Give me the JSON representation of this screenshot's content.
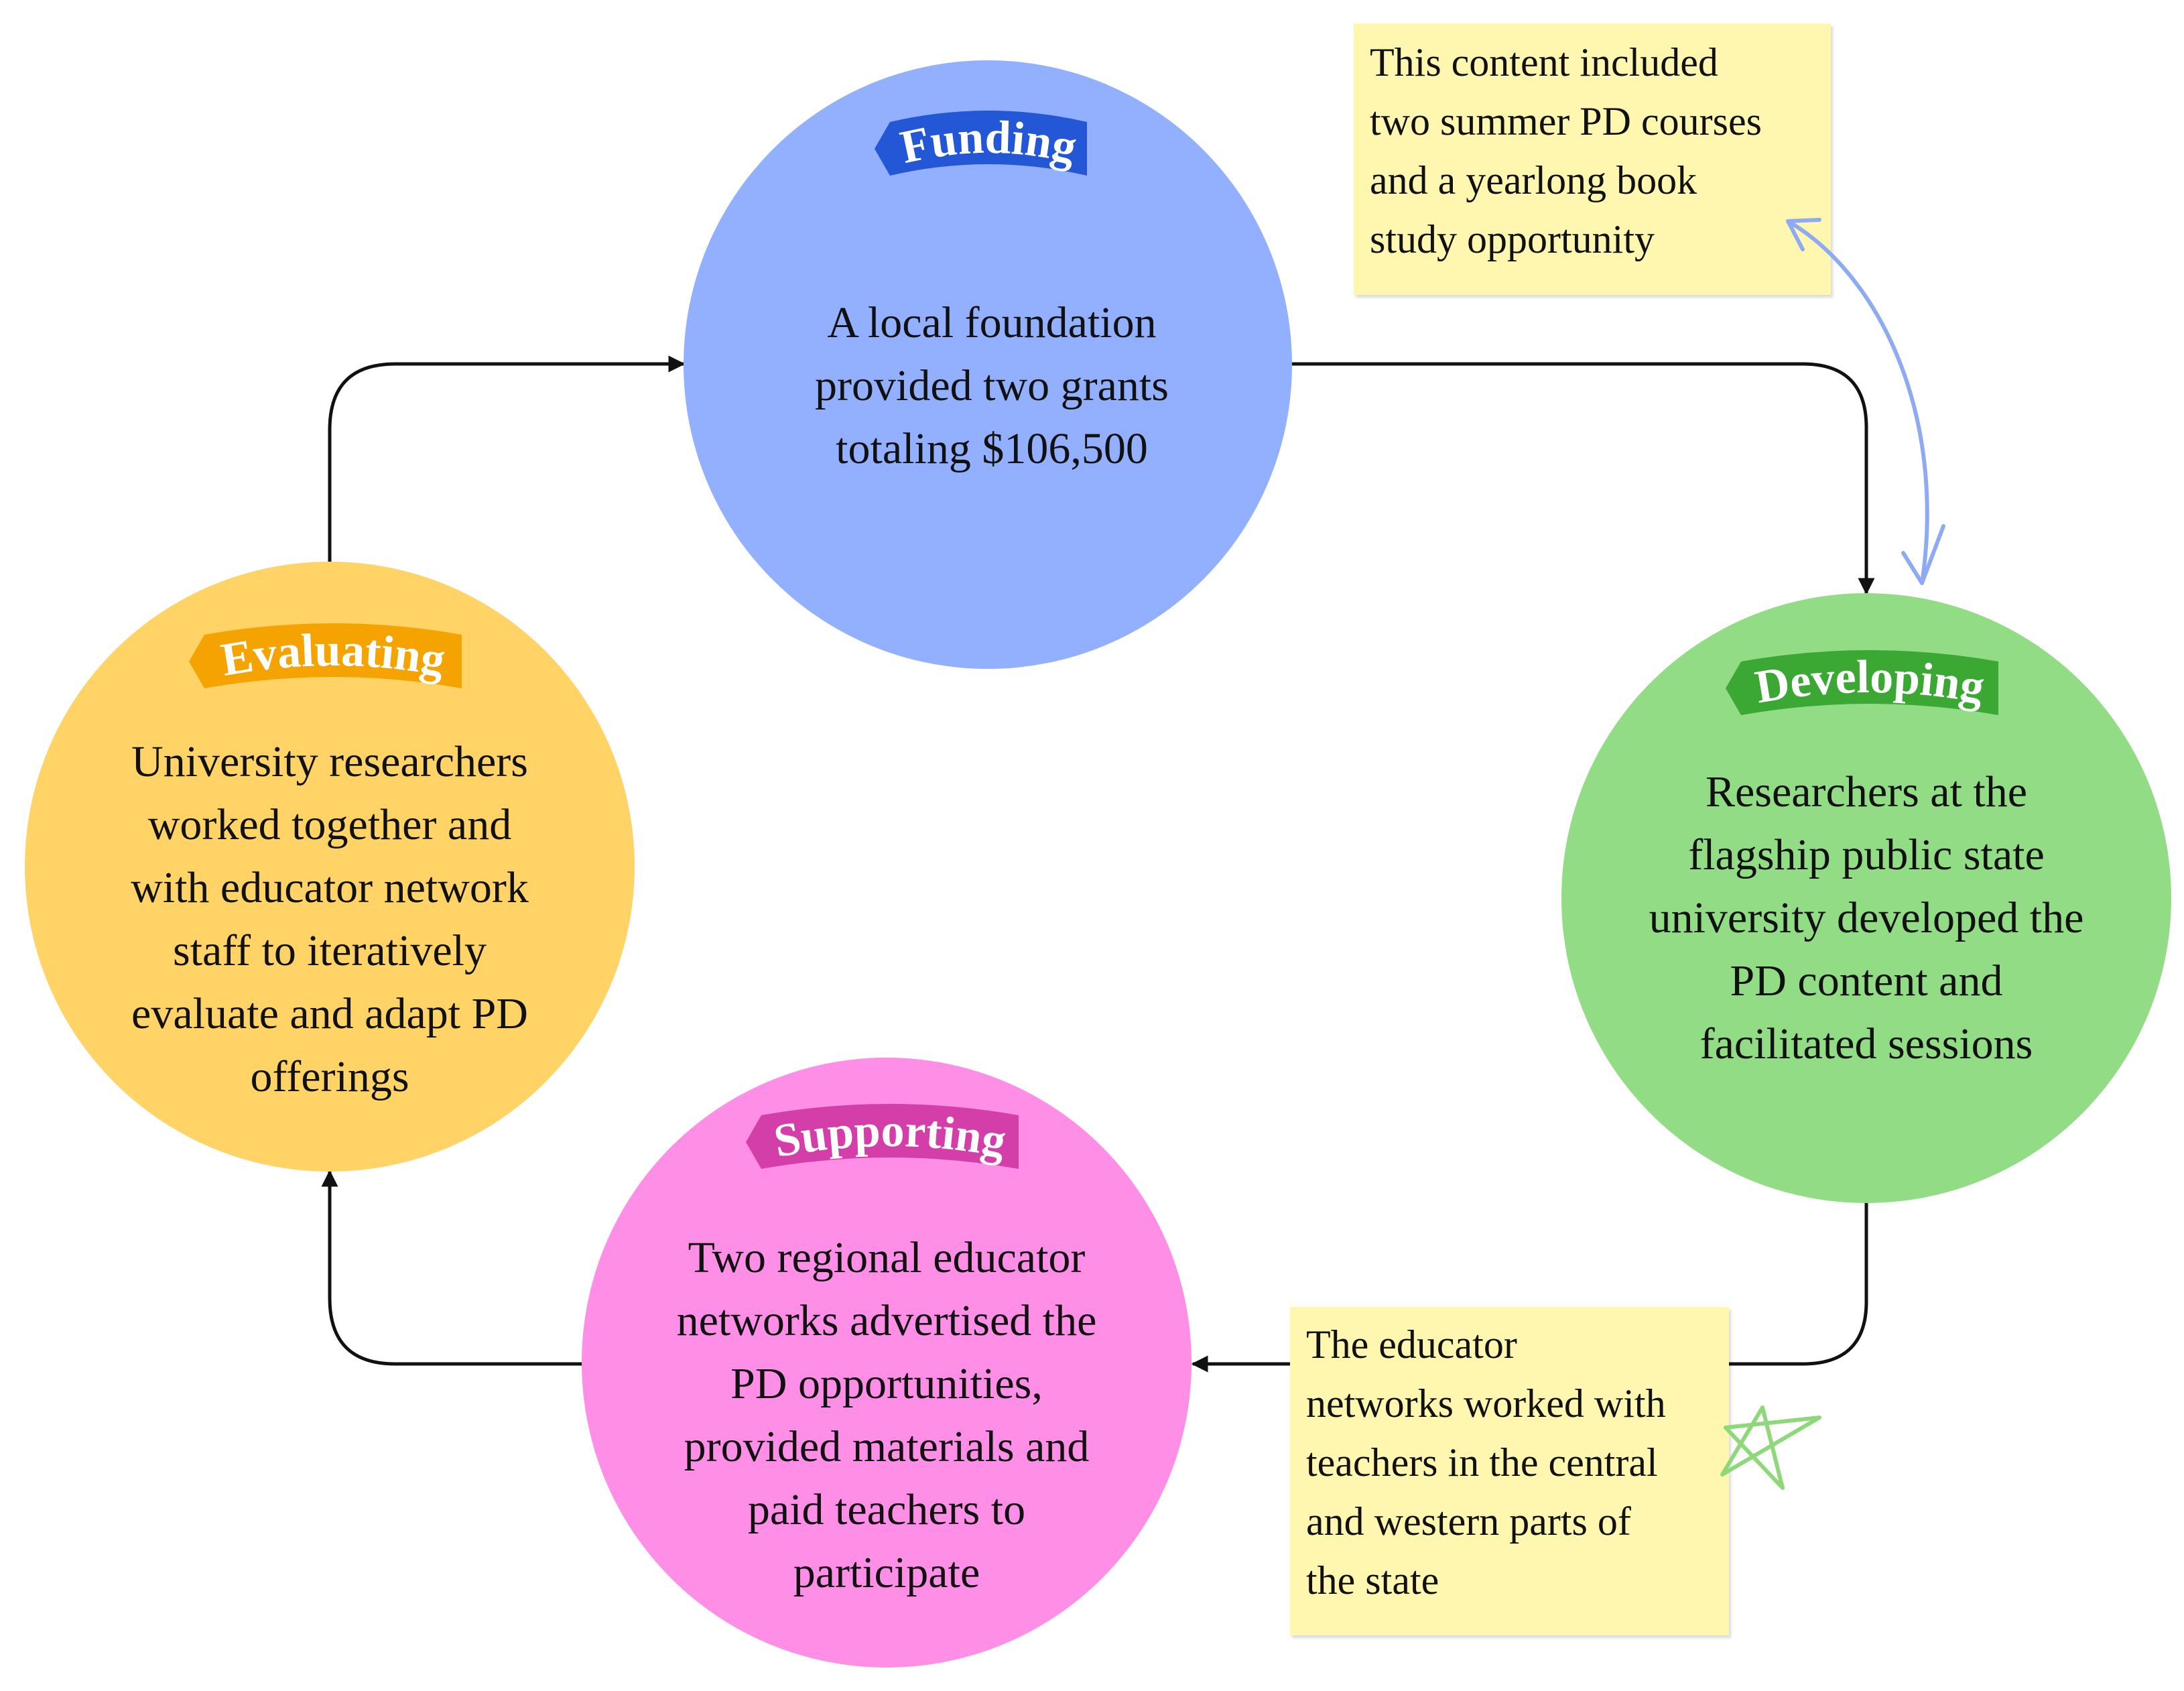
{
  "stages": [
    {
      "id": "funding",
      "title": "Funding",
      "lines": [
        "A local foundation",
        "provided two grants",
        "totaling $106,500"
      ],
      "fill": "#92b0ff",
      "ribbon": "#2457d6"
    },
    {
      "id": "developing",
      "title": "Developing",
      "lines": [
        "Researchers at the",
        "flagship public state",
        "university developed the",
        "PD content and",
        "facilitated sessions"
      ],
      "fill": "#92dc86",
      "ribbon": "#3aa832"
    },
    {
      "id": "supporting",
      "title": "Supporting",
      "lines": [
        "Two regional educator",
        "networks advertised the",
        "PD opportunities,",
        "provided materials and",
        "paid teachers to",
        "participate"
      ],
      "fill": "#ff8ee6",
      "ribbon": "#d43ea8"
    },
    {
      "id": "evaluating",
      "title": "Evaluating",
      "lines": [
        "University researchers",
        "worked together and",
        "with educator network",
        "staff to iteratively",
        "evaluate and adapt PD",
        "offerings"
      ],
      "fill": "#ffd366",
      "ribbon": "#f5a300"
    }
  ],
  "notes": [
    {
      "id": "content-note",
      "lines": [
        "This content included",
        "two summer PD courses",
        "and a yearlong book",
        "study opportunity"
      ]
    },
    {
      "id": "networks-note",
      "lines": [
        "The educator",
        "networks worked with",
        "teachers in the central",
        "and western parts of",
        "the state"
      ]
    }
  ],
  "colors": {
    "connector": "#111111",
    "note": "#fff7b0",
    "arrow_doodle": "#8eaaf2",
    "star_doodle": "#8ed87a"
  }
}
